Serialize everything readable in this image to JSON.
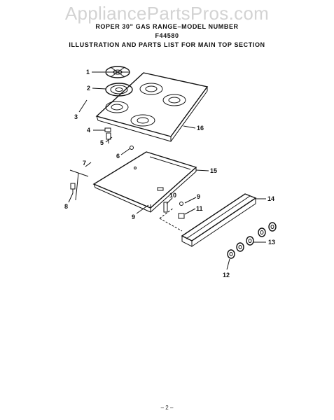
{
  "watermark": "AppliancePartsPros.com",
  "header": {
    "line1": "ROPER 30\" GAS RANGE–MODEL NUMBER",
    "line2": "F44580",
    "line3": "ILLUSTRATION AND PARTS LIST FOR MAIN TOP SECTION"
  },
  "callouts": {
    "c1": "1",
    "c2": "2",
    "c3": "3",
    "c4": "4",
    "c5": "5",
    "c6": "6",
    "c7": "7",
    "c8": "8",
    "c9a": "9",
    "c9b": "9",
    "c10": "10",
    "c11": "11",
    "c12": "12",
    "c13": "13",
    "c14": "14",
    "c15": "15",
    "c16": "16"
  },
  "footer": "– 2 –"
}
